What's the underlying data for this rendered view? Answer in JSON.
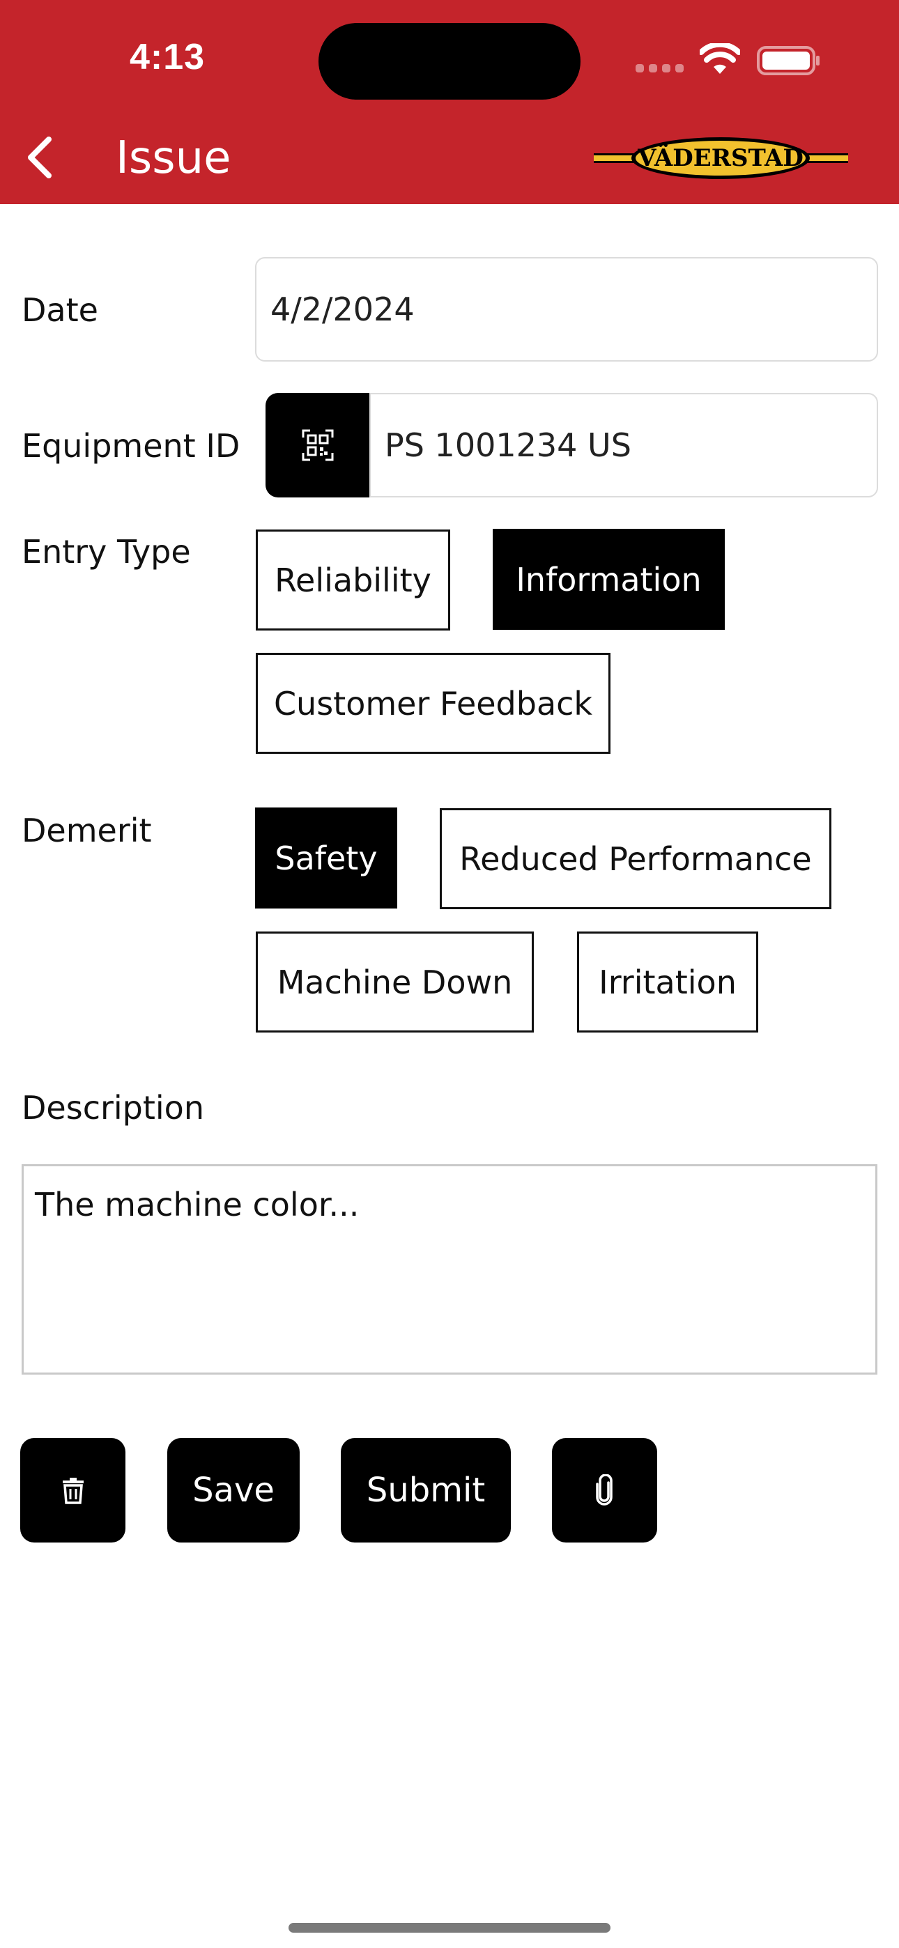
{
  "status_bar": {
    "time": "4:13"
  },
  "header": {
    "title": "Issue",
    "logo_text": "VÄDERSTAD",
    "brand_color": "#c4242b",
    "logo_color": "#f2c12e"
  },
  "form": {
    "date": {
      "label": "Date",
      "value": "4/2/2024"
    },
    "equipment": {
      "label": "Equipment ID",
      "value": "PS 1001234 US",
      "scan_icon": "qr-code-icon"
    },
    "entry_type": {
      "label": "Entry Type",
      "options": [
        "Reliability",
        "Information",
        "Customer Feedback"
      ],
      "selected": "Information"
    },
    "demerit": {
      "label": "Demerit",
      "options": [
        "Safety",
        "Reduced Performance",
        "Machine Down",
        "Irritation"
      ],
      "selected": "Safety"
    },
    "description": {
      "label": "Description",
      "value": "The machine color..."
    }
  },
  "actions": {
    "delete_icon": "trash-icon",
    "save_label": "Save",
    "submit_label": "Submit",
    "attach_icon": "paperclip-icon"
  }
}
